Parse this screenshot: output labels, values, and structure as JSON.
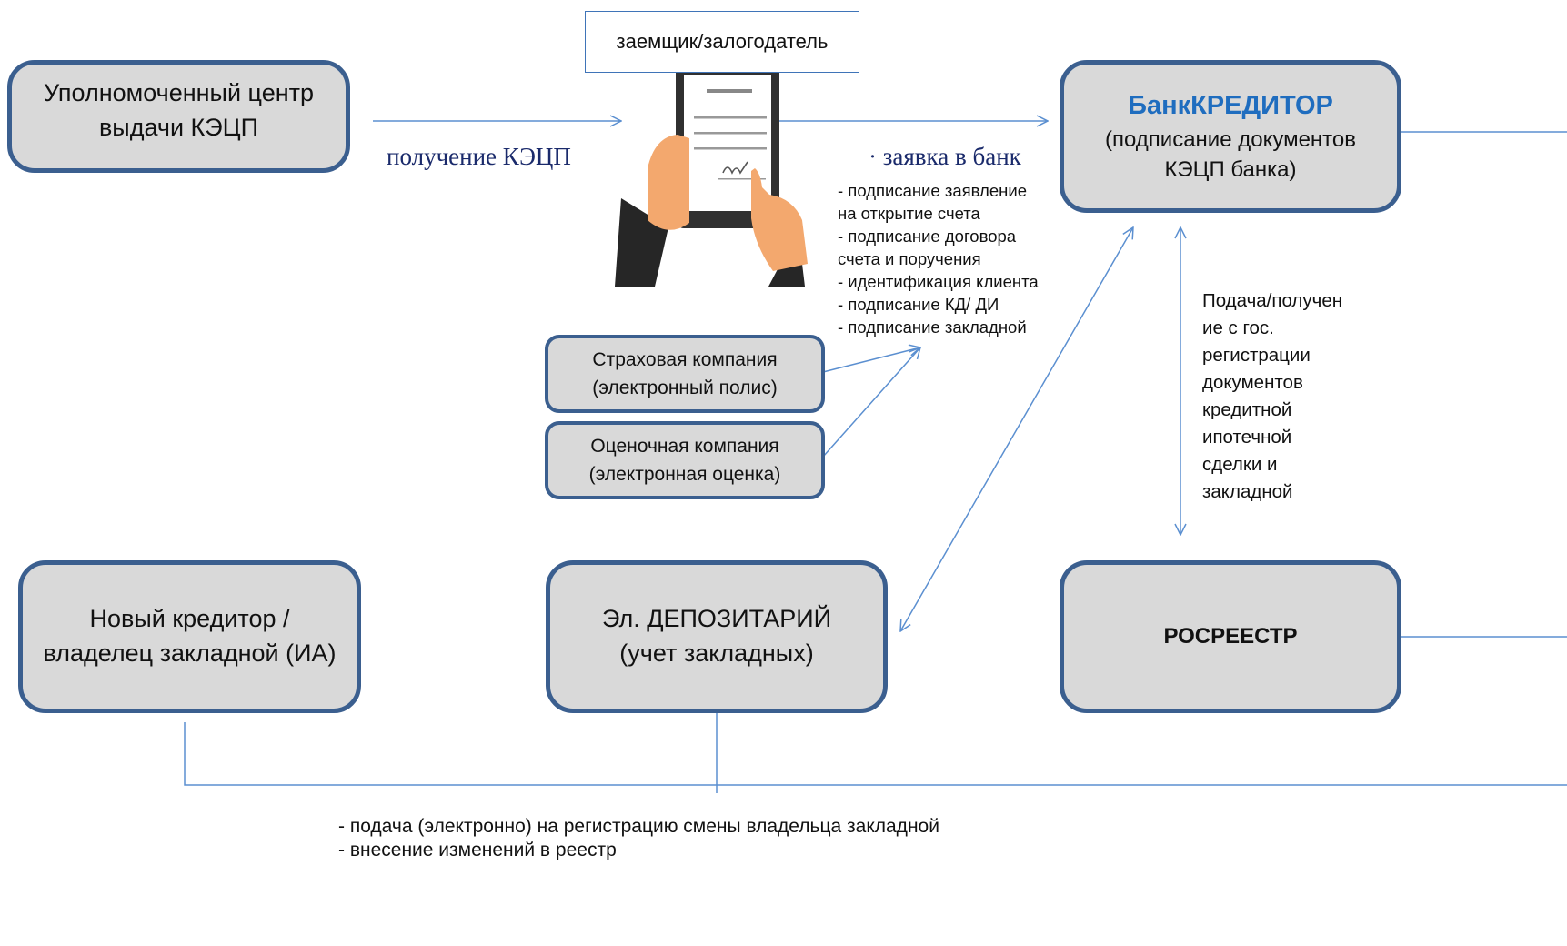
{
  "borrower": "заемщик/залогодатель",
  "nodes": {
    "kecp_center": {
      "lines": [
        "Уполномоченный центр",
        "выдачи КЭЦП"
      ]
    },
    "bank": {
      "title": "БанкКРЕДИТОР",
      "lines": [
        "(подписание документов",
        "КЭЦП банка)"
      ]
    },
    "insurance": {
      "lines": [
        "Страховая компания",
        "(электронный полис)"
      ]
    },
    "appraisal": {
      "lines": [
        "Оценочная компания",
        "(электронная оценка)"
      ]
    },
    "new_creditor": {
      "lines": [
        "Новый кредитор /",
        "владелец закладной (ИА)"
      ]
    },
    "depository": {
      "lines": [
        "Эл. ДЕПОЗИТАРИЙ",
        "(учет закладных)"
      ]
    },
    "rosreestr": {
      "lines": [
        "РОСРЕЕСТР"
      ]
    }
  },
  "labels": {
    "receive_kecp": "получение КЭЦП",
    "bank_request": "· заявка в банк"
  },
  "request_items": [
    "- подписание заявление",
    "на открытие счета",
    "- подписание договора",
    "счета и поручения",
    "- идентификация клиента",
    "- подписание КД/ ДИ",
    "- подписание закладной"
  ],
  "registration_text": [
    "Подача/получен",
    "ие с гос.",
    "регистрации",
    "документов",
    "кредитной",
    "ипотечной",
    "сделки и",
    "закладной"
  ],
  "bottom_items": [
    "- подача  (электронно) на регистрацию смены владельца закладной",
    "- внесение изменений в реестр"
  ],
  "colors": {
    "box_fill": "#d9d9d9",
    "box_border": "#3b5f8f",
    "line": "#5b8fd0",
    "bank_title": "#1f6dbf"
  }
}
